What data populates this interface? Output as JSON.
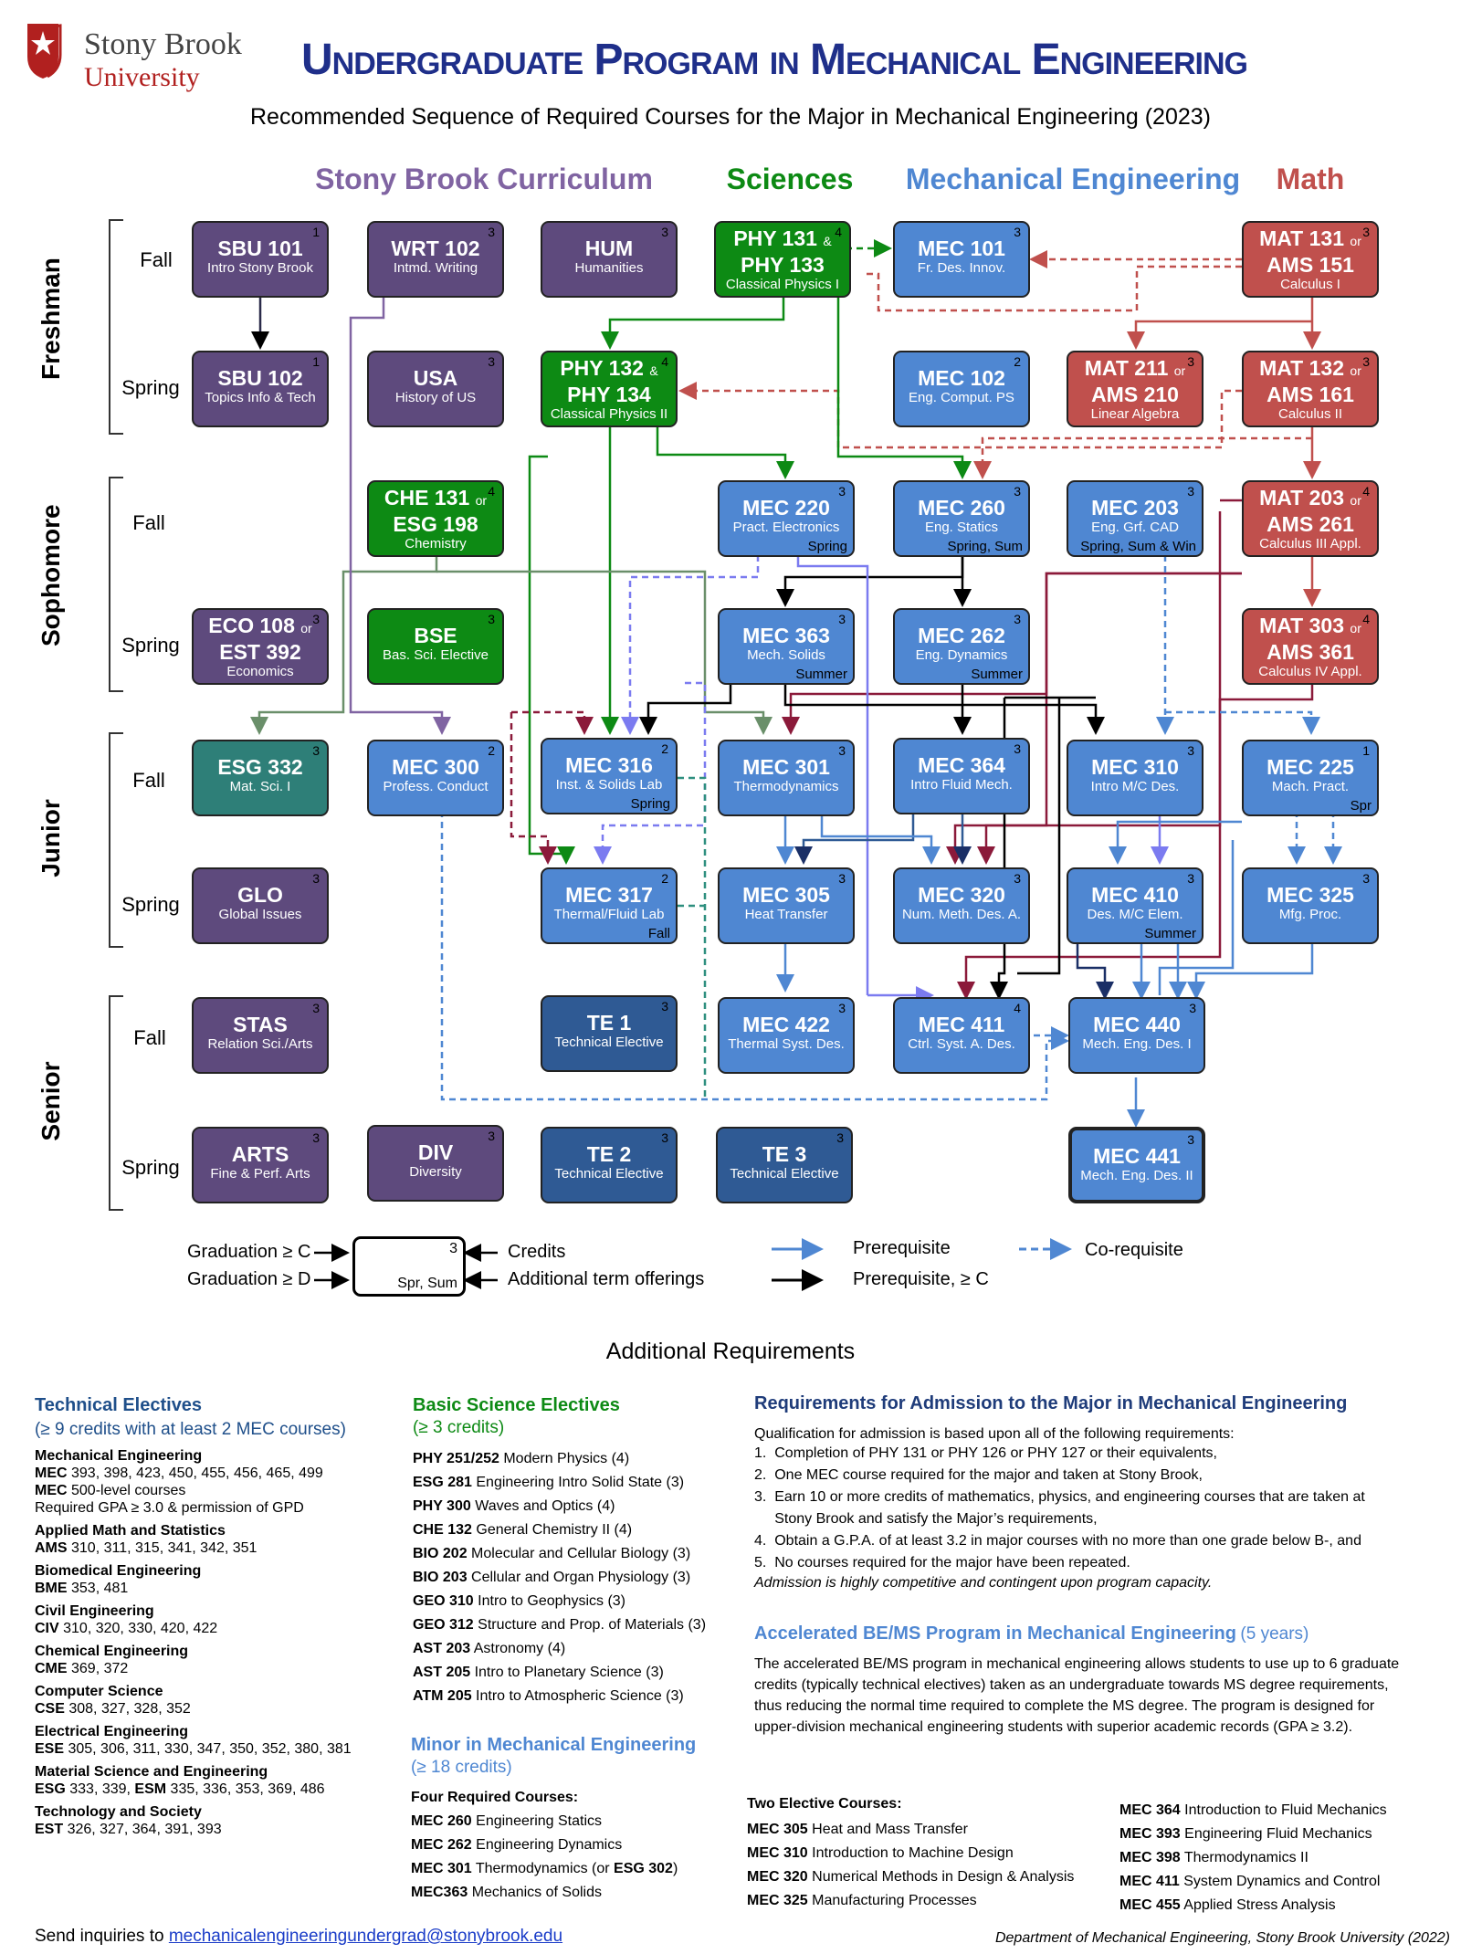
{
  "header": {
    "logo_line1": "Stony Brook",
    "logo_line2": "University",
    "title": "Undergraduate Program in Mechanical Engineering",
    "subtitle": "Recommended Sequence of Required Courses for the Major in Mechanical Engineering (2023)"
  },
  "columns": [
    {
      "label": "Stony Brook Curriculum",
      "color": "#8064a2"
    },
    {
      "label": "Sciences",
      "color": "#0d8a14"
    },
    {
      "label": "Mechanical Engineering",
      "color": "#4f87d2"
    },
    {
      "label": "Math",
      "color": "#c0504d"
    }
  ],
  "years": [
    "Freshman",
    "Sophomore",
    "Junior",
    "Senior"
  ],
  "terms": {
    "fall": "Fall",
    "spring": "Spring"
  },
  "courses": {
    "sbu101": {
      "code": "SBU 101",
      "sub": "Intro Stony Brook",
      "cr": "1"
    },
    "wrt102": {
      "code": "WRT 102",
      "sub": "Intmd. Writing",
      "cr": "3"
    },
    "hum": {
      "code": "HUM",
      "sub": "Humanities",
      "cr": "3"
    },
    "phy131": {
      "code1": "PHY 131",
      "joiner": "&",
      "code2": "PHY 133",
      "sub": "Classical Physics I",
      "cr": "4"
    },
    "mec101": {
      "code": "MEC 101",
      "sub": "Fr. Des. Innov.",
      "cr": "3"
    },
    "mat131": {
      "code1": "MAT 131",
      "joiner": "or",
      "code2": "AMS 151",
      "sub": "Calculus I",
      "cr": "3"
    },
    "sbu102": {
      "code": "SBU 102",
      "sub": "Topics Info & Tech",
      "cr": "1"
    },
    "usa": {
      "code": "USA",
      "sub": "History of US",
      "cr": "3"
    },
    "phy132": {
      "code1": "PHY 132",
      "joiner": "&",
      "code2": "PHY 134",
      "sub": "Classical Physics II",
      "cr": "4"
    },
    "mec102": {
      "code": "MEC 102",
      "sub": "Eng. Comput. PS",
      "cr": "2"
    },
    "mat211": {
      "code1": "MAT 211",
      "joiner": "or",
      "code2": "AMS 210",
      "sub": "Linear Algebra",
      "cr": "3"
    },
    "mat132": {
      "code1": "MAT 132",
      "joiner": "or",
      "code2": "AMS 161",
      "sub": "Calculus II",
      "cr": "3"
    },
    "che131": {
      "code1": "CHE 131",
      "joiner": "or",
      "code2": "ESG 198",
      "sub": "Chemistry",
      "cr": "4"
    },
    "mec220": {
      "code": "MEC 220",
      "sub": "Pract. Electronics",
      "cr": "3",
      "term": "Spring"
    },
    "mec260": {
      "code": "MEC 260",
      "sub": "Eng. Statics",
      "cr": "3",
      "term": "Spring, Sum"
    },
    "mec203": {
      "code": "MEC 203",
      "sub": "Eng. Grf. CAD",
      "cr": "3",
      "term": "Spring, Sum & Win"
    },
    "mat203": {
      "code1": "MAT 203",
      "joiner": "or",
      "code2": "AMS 261",
      "sub": "Calculus III Appl.",
      "cr": "4"
    },
    "eco108": {
      "code1": "ECO 108",
      "joiner": "or",
      "code2": "EST 392",
      "sub": "Economics",
      "cr": "3"
    },
    "bse": {
      "code": "BSE",
      "sub": "Bas. Sci. Elective",
      "cr": "3"
    },
    "mec363": {
      "code": "MEC 363",
      "sub": "Mech. Solids",
      "cr": "3",
      "term": "Summer"
    },
    "mec262": {
      "code": "MEC 262",
      "sub": "Eng. Dynamics",
      "cr": "3",
      "term": "Summer"
    },
    "mat303": {
      "code1": "MAT 303",
      "joiner": "or",
      "code2": "AMS 361",
      "sub": "Calculus IV Appl.",
      "cr": "4"
    },
    "esg332": {
      "code": "ESG 332",
      "sub": "Mat. Sci. I",
      "cr": "3"
    },
    "mec300": {
      "code": "MEC 300",
      "sub": "Profess. Conduct",
      "cr": "2"
    },
    "mec316": {
      "code": "MEC 316",
      "sub": "Inst. & Solids Lab",
      "cr": "2",
      "term": "Spring"
    },
    "mec301": {
      "code": "MEC 301",
      "sub": "Thermodynamics",
      "cr": "3"
    },
    "mec364": {
      "code": "MEC 364",
      "sub": "Intro Fluid Mech.",
      "cr": "3"
    },
    "mec310": {
      "code": "MEC 310",
      "sub": "Intro M/C Des.",
      "cr": "3"
    },
    "mec225": {
      "code": "MEC 225",
      "sub": "Mach. Pract.",
      "cr": "1",
      "term": "Spr"
    },
    "glo": {
      "code": "GLO",
      "sub": "Global Issues",
      "cr": "3"
    },
    "mec317": {
      "code": "MEC 317",
      "sub": "Thermal/Fluid Lab",
      "cr": "2",
      "term": "Fall"
    },
    "mec305": {
      "code": "MEC 305",
      "sub": "Heat Transfer",
      "cr": "3"
    },
    "mec320": {
      "code": "MEC 320",
      "sub": "Num. Meth. Des. A.",
      "cr": "3"
    },
    "mec410": {
      "code": "MEC 410",
      "sub": "Des. M/C Elem.",
      "cr": "3",
      "term": "Summer"
    },
    "mec325": {
      "code": "MEC 325",
      "sub": "Mfg. Proc.",
      "cr": "3"
    },
    "stas": {
      "code": "STAS",
      "sub": "Relation Sci./Arts",
      "cr": "3"
    },
    "te1": {
      "code": "TE 1",
      "sub": "Technical Elective",
      "cr": "3"
    },
    "mec422": {
      "code": "MEC 422",
      "sub": "Thermal Syst. Des.",
      "cr": "3"
    },
    "mec411": {
      "code": "MEC 411",
      "sub": "Ctrl. Syst. A. Des.",
      "cr": "4"
    },
    "mec440": {
      "code": "MEC 440",
      "sub": "Mech. Eng. Des. I",
      "cr": "3"
    },
    "arts": {
      "code": "ARTS",
      "sub": "Fine & Perf. Arts",
      "cr": "3"
    },
    "div": {
      "code": "DIV",
      "sub": "Diversity",
      "cr": "3"
    },
    "te2": {
      "code": "TE 2",
      "sub": "Technical Elective",
      "cr": "3"
    },
    "te3": {
      "code": "TE 3",
      "sub": "Technical Elective",
      "cr": "3"
    },
    "mec441": {
      "code": "MEC 441",
      "sub": "Mech. Eng. Des. II",
      "cr": "3"
    }
  },
  "legend": {
    "grad_c": "Graduation ≥ C",
    "grad_d": "Graduation ≥ D",
    "box_cr": "3",
    "box_terms": "Spr, Sum",
    "credits": "Credits",
    "terms": "Additional term offerings",
    "prereq": "Prerequisite",
    "prereq_c": "Prerequisite, ≥ C",
    "coreq": "Co-requisite"
  },
  "colors": {
    "prereq": "#4f87d2",
    "prereq_c": "#000000",
    "coreq": "#4f87d2"
  },
  "additional": {
    "heading": "Additional Requirements",
    "tech": {
      "title": "Technical Electives",
      "subtitle": "(≥ 9 credits with at least 2 MEC courses)",
      "groups": [
        {
          "name": "Mechanical Engineering",
          "lines": [
            {
              "b": "MEC",
              "t": " 393, 398, 423, 450, 455, 456, 465, 499"
            },
            {
              "b": "MEC",
              "t": " 500-level courses"
            },
            {
              "b": "",
              "t": "Required GPA ≥ 3.0 & permission of GPD"
            }
          ]
        },
        {
          "name": "Applied Math and Statistics",
          "lines": [
            {
              "b": "AMS",
              "t": " 310, 311, 315, 341, 342, 351"
            }
          ]
        },
        {
          "name": "Biomedical Engineering",
          "lines": [
            {
              "b": "BME",
              "t": " 353, 481"
            }
          ]
        },
        {
          "name": "Civil Engineering",
          "lines": [
            {
              "b": "CIV",
              "t": " 310, 320, 330, 420, 422"
            }
          ]
        },
        {
          "name": "Chemical Engineering",
          "lines": [
            {
              "b": "CME",
              "t": " 369, 372"
            }
          ]
        },
        {
          "name": "Computer Science",
          "lines": [
            {
              "b": "CSE",
              "t": " 308, 327, 328, 352"
            }
          ]
        },
        {
          "name": "Electrical Engineering",
          "lines": [
            {
              "b": "ESE",
              "t": " 305, 306, 311, 330, 347, 350, 352, 380, 381"
            }
          ]
        },
        {
          "name": "Material Science and Engineering",
          "lines": [
            {
              "b": "ESG",
              "t": " 333, 339, ",
              "b2": "ESM",
              "t2": " 335, 336, 353, 369, 486"
            }
          ]
        },
        {
          "name": "Technology and Society",
          "lines": [
            {
              "b": "EST",
              "t": " 326, 327, 364, 391, 393"
            }
          ]
        }
      ]
    },
    "bse": {
      "title": "Basic Science Electives",
      "subtitle": "(≥ 3 credits)",
      "items": [
        {
          "b": "PHY 251/252",
          "t": " Modern Physics (4)"
        },
        {
          "b": "ESG 281",
          "t": " Engineering Intro Solid State  (3)"
        },
        {
          "b": "PHY 300",
          "t": " Waves and Optics (4)"
        },
        {
          "b": "CHE 132",
          "t": " General Chemistry II  (4)"
        },
        {
          "b": "BIO 202",
          "t": " Molecular and Cellular Biology (3)"
        },
        {
          "b": "BIO 203",
          "t": " Cellular and Organ Physiology (3)"
        },
        {
          "b": "GEO 310",
          "t": " Intro to Geophysics (3)"
        },
        {
          "b": "GEO 312",
          "t": " Structure and Prop. of Materials (3)"
        },
        {
          "b": "AST 203",
          "t": " Astronomy (4)"
        },
        {
          "b": "AST 205",
          "t": " Intro to Planetary Science (3)"
        },
        {
          "b": "ATM 205",
          "t": " Intro to Atmospheric Science (3)"
        }
      ]
    },
    "admission": {
      "title": "Requirements for Admission to the Major in Mechanical Engineering",
      "intro": "Qualification for admission is based upon all of the following requirements:",
      "items": [
        "1.  Completion of PHY 131 or PHY 126 or PHY 127 or their equivalents,",
        "2.  One MEC course required for the major and taken at Stony Brook,",
        "3.  Earn 10 or more credits of mathematics, physics, and engineering courses that are taken at",
        "     Stony Brook and satisfy the Major’s requirements,",
        "4.  Obtain a G.P.A. of at least 3.2 in major courses with no more than one grade below B-, and",
        "5.  No courses required for the major have been repeated."
      ],
      "note": "Admission is highly competitive and contingent upon program capacity."
    },
    "bems": {
      "title": "Accelerated BE/MS Program in Mechanical Engineering",
      "years": "(5 years)",
      "lines": [
        "The accelerated BE/MS program in mechanical engineering allows students to use up to 6 graduate",
        "credits (typically technical electives) taken as an undergraduate towards MS degree requirements,",
        "thus reducing the normal time required to complete the MS degree. The program is designed for",
        "upper-division mechanical engineering students with superior academic records (GPA ≥ 3.2)."
      ]
    },
    "minor": {
      "title": "Minor in Mechanical Engineering",
      "subtitle": "(≥ 18 credits)",
      "req_head": "Four Required Courses:",
      "required": [
        {
          "b": "MEC 260",
          "t": " Engineering Statics"
        },
        {
          "b": "MEC 262",
          "t": " Engineering Dynamics"
        },
        {
          "b": "MEC 301",
          "t": " Thermodynamics (or ",
          "b2": "ESG 302",
          "t2": ")"
        },
        {
          "b": "MEC363",
          "t": " Mechanics of Solids"
        }
      ],
      "elec_head": "Two Elective Courses:",
      "electives_a": [
        {
          "b": "MEC 305",
          "t": " Heat and Mass Transfer"
        },
        {
          "b": "MEC 310",
          "t": " Introduction to Machine Design"
        },
        {
          "b": "MEC 320",
          "t": " Numerical Methods in Design & Analysis"
        },
        {
          "b": "MEC 325",
          "t": " Manufacturing Processes"
        }
      ],
      "electives_b": [
        {
          "b": "MEC 364",
          "t": " Introduction to Fluid Mechanics"
        },
        {
          "b": "MEC 393",
          "t": " Engineering Fluid Mechanics"
        },
        {
          "b": "MEC 398",
          "t": " Thermodynamics II"
        },
        {
          "b": "MEC 411",
          "t": " System Dynamics and Control"
        },
        {
          "b": "MEC 455",
          "t": " Applied Stress Analysis"
        }
      ]
    }
  },
  "footer": {
    "inquiry": "Send inquiries to ",
    "email": "mechanicalengineeringundergrad@stonybrook.edu",
    "dept": "Department of Mechanical Engineering, Stony Brook University  (2022)"
  }
}
